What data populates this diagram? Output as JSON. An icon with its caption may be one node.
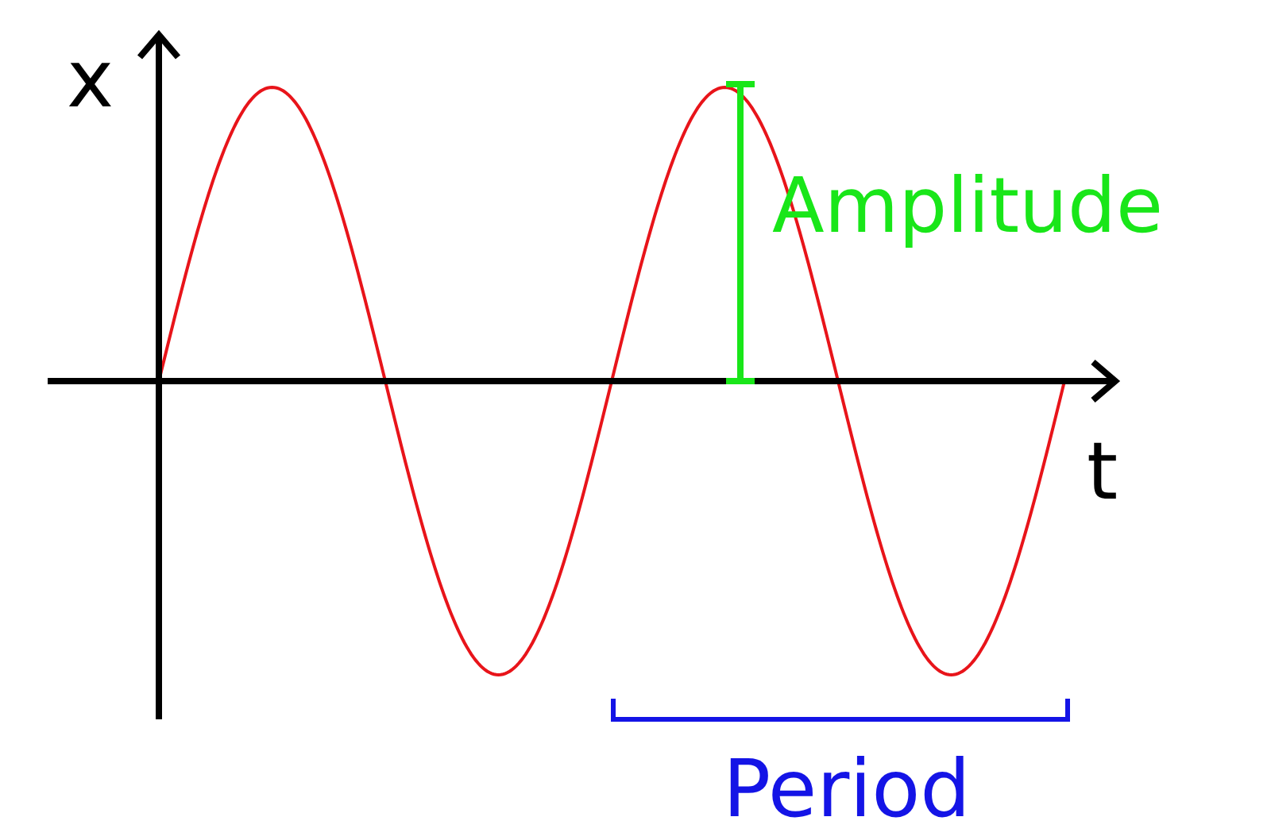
{
  "diagram": {
    "labels": [
      "x",
      "t",
      "Amplitude",
      "Period"
    ]
  }
}
